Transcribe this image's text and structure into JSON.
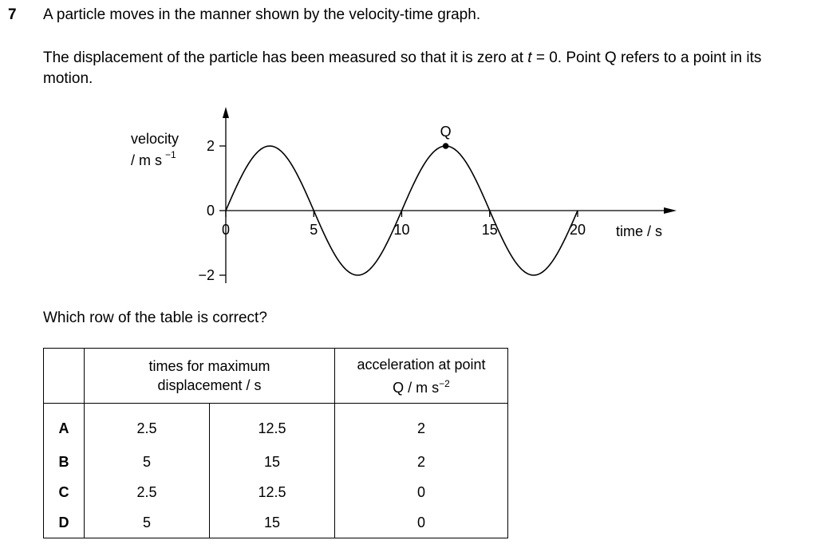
{
  "question": {
    "number": "7",
    "line1": "A particle moves in the manner shown by the velocity-time graph.",
    "line2_part1": "The displacement of the particle has been measured so that it is zero at ",
    "line2_var": "t",
    "line2_part2": " = 0. Point Q refers to a point in its motion.",
    "prompt": "Which row of the table is correct?"
  },
  "chart_data": {
    "type": "line",
    "series": [
      {
        "x": [
          0,
          1.25,
          2.5,
          3.75,
          5,
          6.25,
          7.5,
          8.75,
          10,
          11.25,
          12.5,
          13.75,
          15,
          16.25,
          17.5,
          18.75,
          20
        ],
        "y": [
          0,
          1.414,
          2,
          1.414,
          0,
          -1.414,
          -2,
          -1.414,
          0,
          1.414,
          2,
          1.414,
          0,
          -1.414,
          -2,
          -1.414,
          0
        ]
      }
    ],
    "x_ticks": [
      "0",
      "5",
      "10",
      "15",
      "20"
    ],
    "y_ticks": [
      "2",
      "0",
      "−2"
    ],
    "xlabel": "time / s",
    "ylabel_line1": "velocity",
    "ylabel_line2": "/ m s",
    "ylabel_sup": "−1",
    "xlim": [
      0,
      20
    ],
    "ylim": [
      -2,
      2
    ],
    "point_label": "Q",
    "point": {
      "x": 12.5,
      "y": 2
    }
  },
  "table": {
    "header_col1": "times for maximum displacement / s",
    "header_col2_text": "acceleration at point Q / m s",
    "header_col2_sup": "−2",
    "rows": [
      {
        "letter": "A",
        "t1": "2.5",
        "t2": "12.5",
        "acc": "2"
      },
      {
        "letter": "B",
        "t1": "5",
        "t2": "15",
        "acc": "2"
      },
      {
        "letter": "C",
        "t1": "2.5",
        "t2": "12.5",
        "acc": "0"
      },
      {
        "letter": "D",
        "t1": "5",
        "t2": "15",
        "acc": "0"
      }
    ]
  }
}
